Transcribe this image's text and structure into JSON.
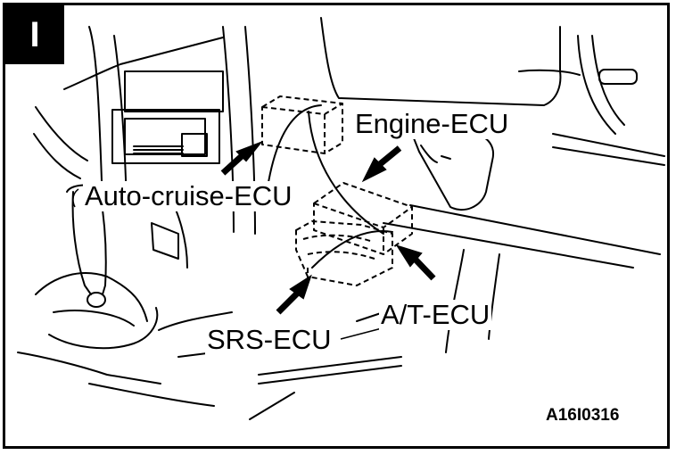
{
  "figure": {
    "badge": "I",
    "labels": {
      "engine_ecu": "Engine-ECU",
      "auto_cruise_ecu": "Auto-cruise-ECU",
      "srs_ecu": "SRS-ECU",
      "at_ecu": "A/T-ECU"
    },
    "figure_code": "A16I0316"
  }
}
